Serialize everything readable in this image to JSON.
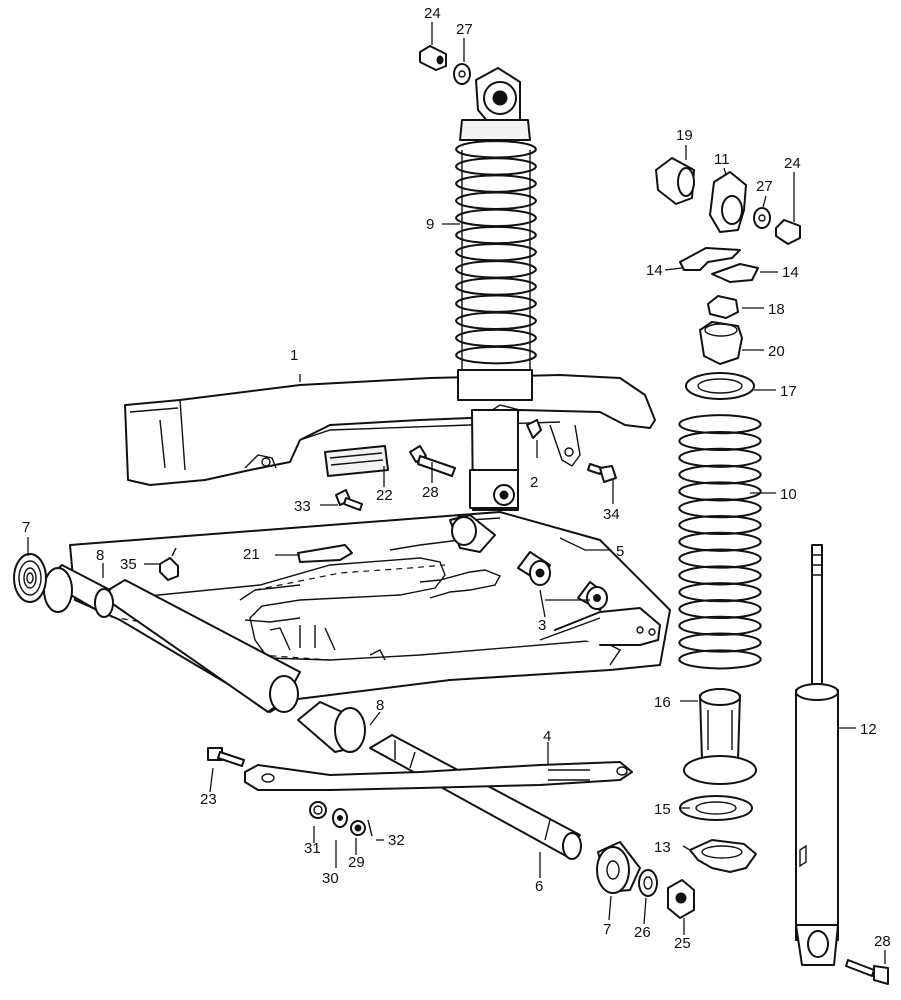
{
  "callouts": {
    "c1": "1",
    "c2": "2",
    "c3": "3",
    "c4": "4",
    "c5": "5",
    "c6": "6",
    "c7a": "7",
    "c7b": "7",
    "c8a": "8",
    "c8b": "8",
    "c9": "9",
    "c10": "10",
    "c11": "11",
    "c12": "12",
    "c13": "13",
    "c14a": "14",
    "c14b": "14",
    "c15": "15",
    "c16": "16",
    "c17": "17",
    "c18": "18",
    "c19": "19",
    "c20": "20",
    "c21": "21",
    "c22": "22",
    "c23": "23",
    "c24a": "24",
    "c24b": "24",
    "c25": "25",
    "c26": "26",
    "c27a": "27",
    "c27b": "27",
    "c28a": "28",
    "c28b": "28",
    "c29": "29",
    "c30": "30",
    "c31": "31",
    "c32": "32",
    "c33": "33",
    "c34": "34",
    "c35": "35"
  }
}
